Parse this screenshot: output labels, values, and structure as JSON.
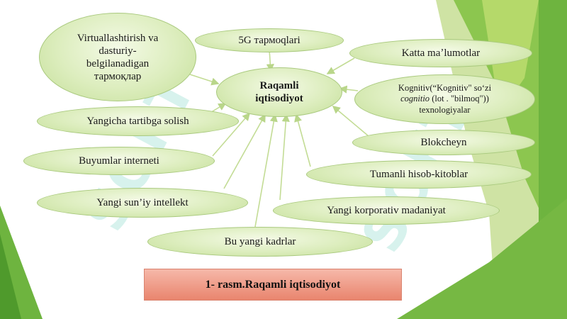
{
  "center": {
    "label_line1": "Raqamli",
    "label_line2": "iqtisodiyot"
  },
  "nodes": {
    "virtual": {
      "line1": "Virtuallashtirish va",
      "line2": "dasturiy-",
      "line3": "belgilanadigan",
      "line4": "тармоқлар"
    },
    "fiveg": "5G тармоqlari",
    "bigdata": "Katta maʼlumotlar",
    "cognitive": {
      "line1": "Kognitiv(“Kognitiv\" soʻzi",
      "line2_italic": "cognitio",
      "line2_rest": " (lot . \"bilmoq\"))",
      "line3": "texnologiyalar"
    },
    "newrules": "Yangicha tartibga solish",
    "blockchain": "Blokcheyn",
    "iot": "Buyumlar interneti",
    "cloud": "Tumanli hisob-kitoblar",
    "ai": "Yangi sun’iy intellekt",
    "culture": "Yangi korporativ madaniyat",
    "cadres": "Bu yangi kadrlar"
  },
  "caption": "1- rasm.Raqamli iqtisodiyot",
  "watermark": "SOFT",
  "colors": {
    "node_fill": "#dcedbd",
    "node_border": "#a9c97e",
    "caption_fill": "#ed8f78",
    "green_dark": "#6eb43f",
    "green_light": "#b5d96a"
  }
}
